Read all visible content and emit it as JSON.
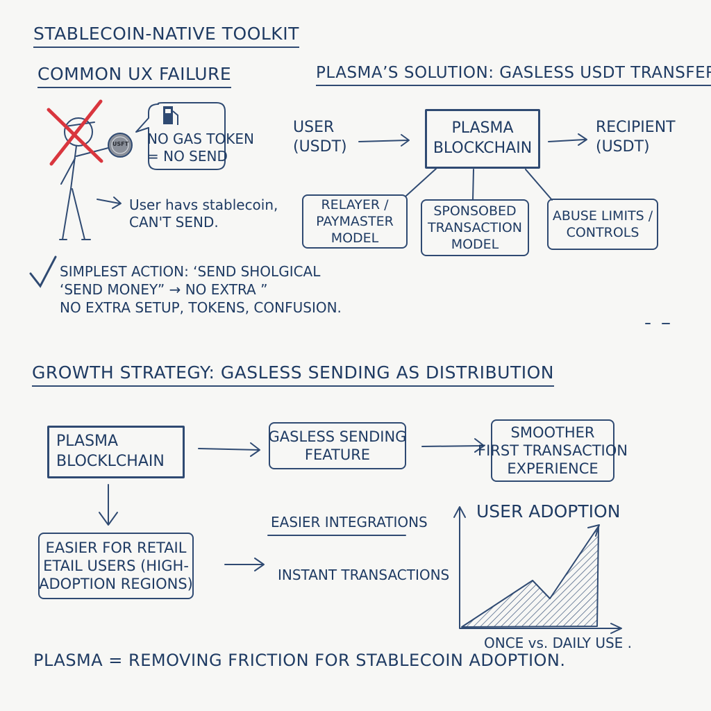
{
  "title": "STABLECOIN-NATIVE TOOLKIT",
  "ux_failure": {
    "heading": "COMMON UX FAILURE",
    "coin_label": "USFT",
    "speech_lines": [
      "NO GAS TOKEN",
      "= NO SEND"
    ],
    "note_lines": [
      "User havs stablecoin,",
      "CAN'T SEND."
    ],
    "action_lines": [
      "SIMPLEST ACTION: ‘SEND SHOLGICAL",
      "‘SEND MONEY” → NO EXTRA ”",
      "NO EXTRA SETUP, TOKENS, CONFUSION."
    ]
  },
  "solution": {
    "heading": "PLASMA’S SOLUTION: GASLESS USDT TRANSFER",
    "user_lines": [
      "USER",
      "(USDT)"
    ],
    "chain_lines": [
      "PLASMA",
      "BLOCKCHAIN"
    ],
    "recipient_lines": [
      "RECIPIENT",
      "(USDT)"
    ],
    "components": [
      {
        "lines": [
          "RELAYER /",
          "PAYMASTER",
          "MODEL"
        ]
      },
      {
        "lines": [
          "SPONSOBED",
          "TRANSACTION",
          "MODEL"
        ]
      },
      {
        "lines": [
          "ABUSE LIMITS /",
          "CONTROLS"
        ]
      }
    ]
  },
  "growth": {
    "heading": "GROWTH STRATEGY: GASLESS SENDING AS DISTRIBUTION",
    "chain_lines": [
      "PLASMA",
      "BLOCKLCHAIN"
    ],
    "feature_lines": [
      "GASLESS SENDING",
      "FEATURE"
    ],
    "experience_lines": [
      "SMOOTHER",
      "FIRST TRANSACTION",
      "EXPERIENCE"
    ],
    "retail_lines": [
      "EASIER FOR RETAIL",
      "ETAIL USERS (HIGH-",
      "ADOPTION REGIONS)"
    ],
    "integrations": "EASIER INTEGRATIONS",
    "instant": "INSTANT TRANSACTIONS",
    "chart_title": "USER ADOPTION",
    "chart_caption": "ONCE vs. DAILY USE ."
  },
  "footer": "PLASMA = REMOVING FRICTION FOR STABLECOIN ADOPTION.",
  "colors": {
    "ink": "#1f3b63",
    "cross": "#d9363e",
    "coin": "#8a8f99",
    "background": "#f7f7f5"
  }
}
